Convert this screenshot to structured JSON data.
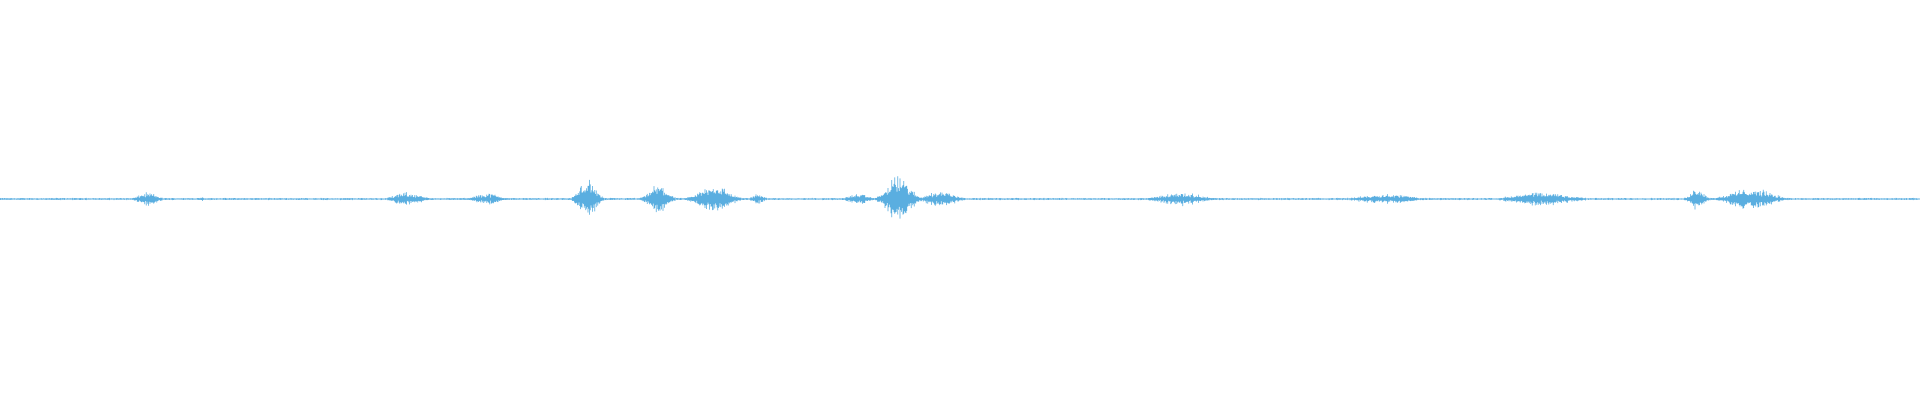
{
  "waveform": {
    "color": "#5aaee0",
    "baseline_color": "#6cb8e6",
    "background": "#ffffff",
    "duration_fraction_start": 0.0,
    "duration_fraction_end": 1.0,
    "bursts": [
      {
        "center": 0.077,
        "width": 0.018,
        "amplitude": 0.018
      },
      {
        "center": 0.105,
        "width": 0.008,
        "amplitude": 0.006
      },
      {
        "center": 0.212,
        "width": 0.026,
        "amplitude": 0.018
      },
      {
        "center": 0.254,
        "width": 0.024,
        "amplitude": 0.016
      },
      {
        "center": 0.306,
        "width": 0.016,
        "amplitude": 0.055
      },
      {
        "center": 0.343,
        "width": 0.018,
        "amplitude": 0.04
      },
      {
        "center": 0.372,
        "width": 0.028,
        "amplitude": 0.04
      },
      {
        "center": 0.395,
        "width": 0.012,
        "amplitude": 0.014
      },
      {
        "center": 0.447,
        "width": 0.02,
        "amplitude": 0.014
      },
      {
        "center": 0.468,
        "width": 0.022,
        "amplitude": 0.065
      },
      {
        "center": 0.49,
        "width": 0.028,
        "amplitude": 0.022
      },
      {
        "center": 0.615,
        "width": 0.04,
        "amplitude": 0.018
      },
      {
        "center": 0.722,
        "width": 0.05,
        "amplitude": 0.014
      },
      {
        "center": 0.803,
        "width": 0.055,
        "amplitude": 0.018
      },
      {
        "center": 0.884,
        "width": 0.014,
        "amplitude": 0.03
      },
      {
        "center": 0.912,
        "width": 0.04,
        "amplitude": 0.03
      }
    ],
    "noise_floor": 0.003
  }
}
